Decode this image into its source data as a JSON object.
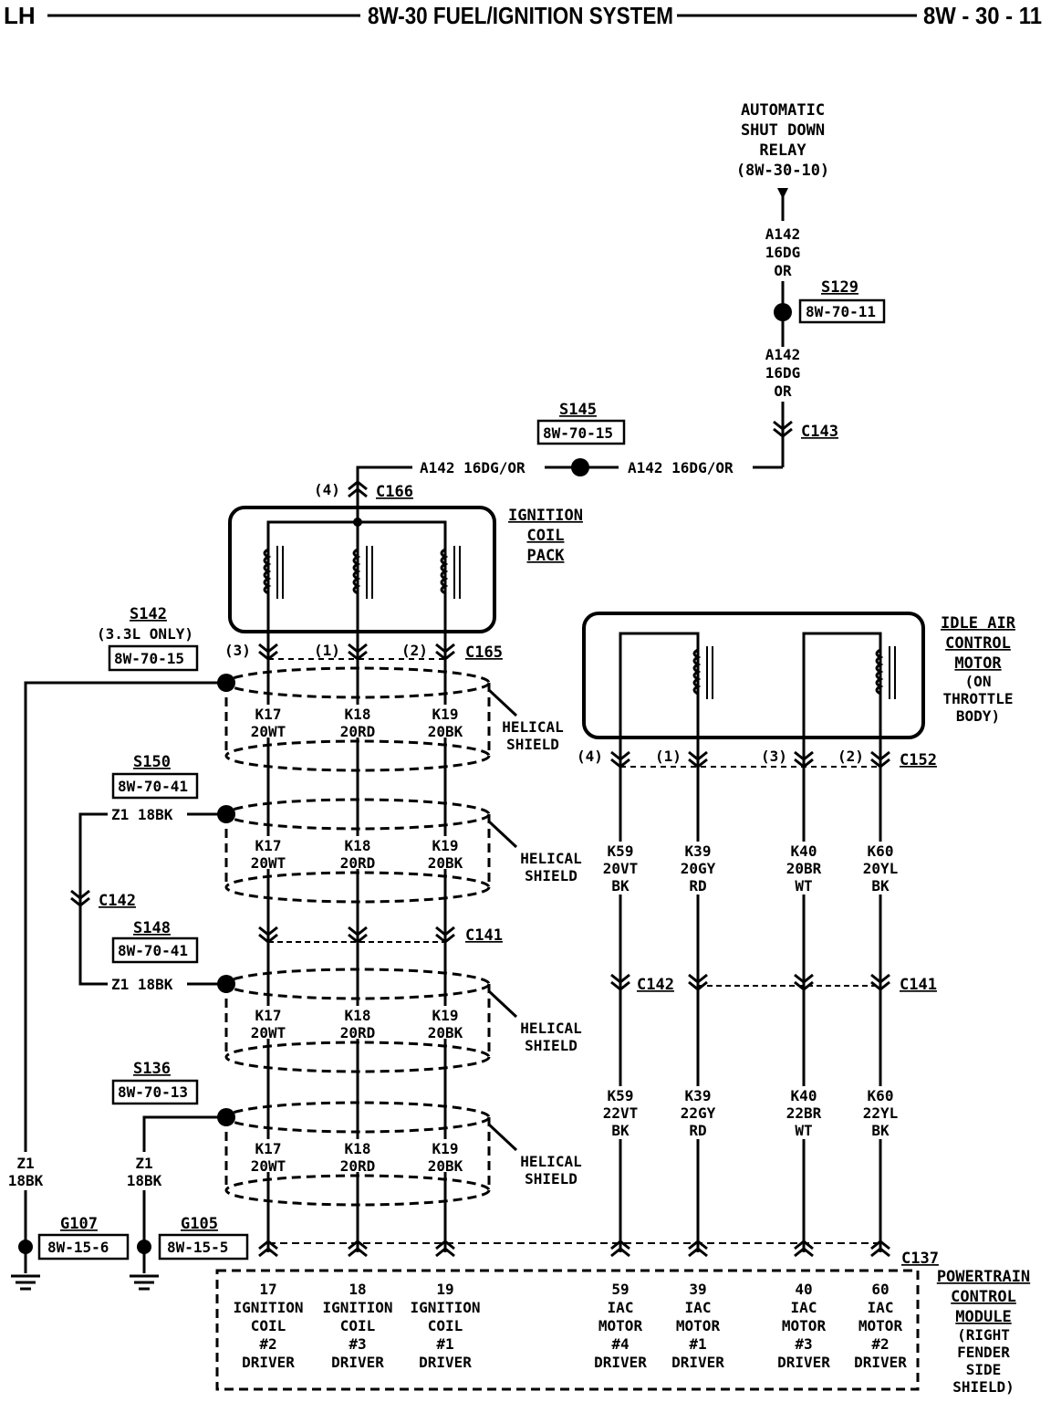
{
  "header": {
    "left": "LH",
    "title": "8W-30 FUEL/IGNITION SYSTEM",
    "right": "8W - 30 - 11"
  },
  "asd_relay": {
    "lines": [
      "AUTOMATIC",
      "SHUT DOWN",
      "RELAY",
      "(8W-30-10)"
    ]
  },
  "wires": {
    "a142_upper": [
      "A142",
      "16DG",
      "OR"
    ],
    "a142_lower": [
      "A142",
      "16DG",
      "OR"
    ],
    "a142_left": "A142 16DG/OR",
    "a142_right": "A142 16DG/OR",
    "z1_18bk": "Z1 18BK",
    "z1_vertical": [
      "Z1",
      "18BK"
    ]
  },
  "splices": {
    "s129": {
      "id": "S129",
      "ref": "8W-70-11"
    },
    "s145": {
      "id": "S145",
      "ref": "8W-70-15"
    },
    "s142": {
      "id": "S142",
      "note": "(3.3L ONLY)",
      "ref": "8W-70-15"
    },
    "s150": {
      "id": "S150",
      "ref": "8W-70-41"
    },
    "s148": {
      "id": "S148",
      "ref": "8W-70-41"
    },
    "s136": {
      "id": "S136",
      "ref": "8W-70-13"
    }
  },
  "grounds": {
    "g107": {
      "id": "G107",
      "ref": "8W-15-6"
    },
    "g105": {
      "id": "G105",
      "ref": "8W-15-5"
    }
  },
  "connectors": {
    "c143": "C143",
    "c166": "C166",
    "c166_pin": "(4)",
    "c165": "C165",
    "c165_pins": [
      "(3)",
      "(1)",
      "(2)"
    ],
    "c142": "C142",
    "c141": "C141",
    "c152": "C152",
    "c152_pins": [
      "(4)",
      "(1)",
      "(3)",
      "(2)"
    ],
    "c137": "C137"
  },
  "ignition_coil_pack": {
    "lines": [
      "IGNITION",
      "COIL",
      "PACK"
    ]
  },
  "idle_air_control_motor": {
    "title_lines": [
      "IDLE AIR",
      "CONTROL",
      "MOTOR"
    ],
    "note_lines": [
      "(ON",
      "THROTTLE",
      "BODY)"
    ]
  },
  "coil_circuits": [
    {
      "circuit": "K17",
      "wire": "20WT"
    },
    {
      "circuit": "K18",
      "wire": "20RD"
    },
    {
      "circuit": "K19",
      "wire": "20BK"
    }
  ],
  "helical_shield": [
    "HELICAL",
    "SHIELD"
  ],
  "iac_circuits_upper": [
    {
      "circuit": "K59",
      "gauge_color": "20VT",
      "tracer": "BK"
    },
    {
      "circuit": "K39",
      "gauge_color": "20GY",
      "tracer": "RD"
    },
    {
      "circuit": "K40",
      "gauge_color": "20BR",
      "tracer": "WT"
    },
    {
      "circuit": "K60",
      "gauge_color": "20YL",
      "tracer": "BK"
    }
  ],
  "iac_circuits_lower": [
    {
      "circuit": "K59",
      "gauge_color": "22VT",
      "tracer": "BK"
    },
    {
      "circuit": "K39",
      "gauge_color": "22GY",
      "tracer": "RD"
    },
    {
      "circuit": "K40",
      "gauge_color": "22BR",
      "tracer": "WT"
    },
    {
      "circuit": "K60",
      "gauge_color": "22YL",
      "tracer": "BK"
    }
  ],
  "pcm": {
    "title_lines": [
      "POWERTRAIN",
      "CONTROL",
      "MODULE"
    ],
    "note_lines": [
      "(RIGHT",
      "FENDER",
      "SIDE",
      "SHIELD)"
    ],
    "pins": [
      {
        "pin": "17",
        "lines": [
          "IGNITION",
          "COIL",
          "#2",
          "DRIVER"
        ]
      },
      {
        "pin": "18",
        "lines": [
          "IGNITION",
          "COIL",
          "#3",
          "DRIVER"
        ]
      },
      {
        "pin": "19",
        "lines": [
          "IGNITION",
          "COIL",
          "#1",
          "DRIVER"
        ]
      },
      {
        "pin": "59",
        "lines": [
          "IAC",
          "MOTOR",
          "#4",
          "DRIVER"
        ]
      },
      {
        "pin": "39",
        "lines": [
          "IAC",
          "MOTOR",
          "#1",
          "DRIVER"
        ]
      },
      {
        "pin": "40",
        "lines": [
          "IAC",
          "MOTOR",
          "#3",
          "DRIVER"
        ]
      },
      {
        "pin": "60",
        "lines": [
          "IAC",
          "MOTOR",
          "#2",
          "DRIVER"
        ]
      }
    ]
  }
}
